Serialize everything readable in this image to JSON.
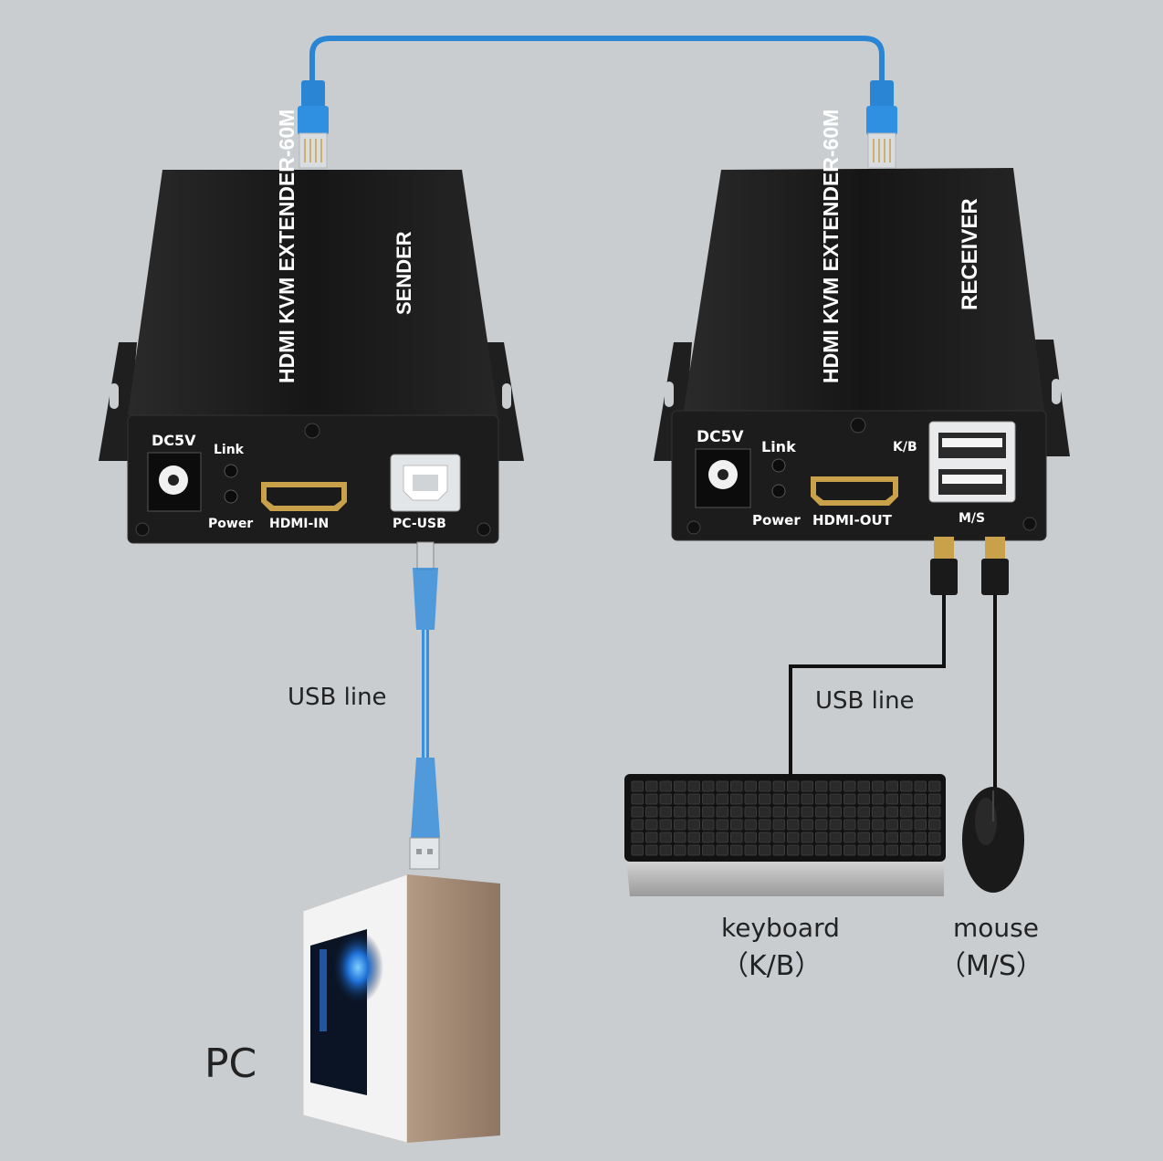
{
  "sender": {
    "model": "HDMI KVM EXTENDER-60M",
    "role": "SENDER",
    "ports": {
      "dc": "DC5V",
      "link": "Link",
      "power": "Power",
      "hdmi": "HDMI-IN",
      "usb": "PC-USB"
    }
  },
  "receiver": {
    "model": "HDMI KVM EXTENDER-60M",
    "role": "RECEIVER",
    "ports": {
      "dc": "DC5V",
      "link": "Link",
      "power": "Power",
      "hdmi": "HDMI-OUT",
      "kb": "K/B",
      "ms": "M/S"
    }
  },
  "labels": {
    "usb_line_left": "USB line",
    "usb_line_right": "USB line",
    "pc": "PC",
    "keyboard": "keyboard",
    "keyboard_abbr": "（K/B）",
    "mouse": "mouse",
    "mouse_abbr": "（M/S）"
  },
  "colors": {
    "background": "#c9cdd0",
    "device": "#1c1c1c",
    "network_cable": "#2a86d4",
    "usb_cable": "#3b8fdc",
    "hdmi_gold": "#c9a14a"
  }
}
